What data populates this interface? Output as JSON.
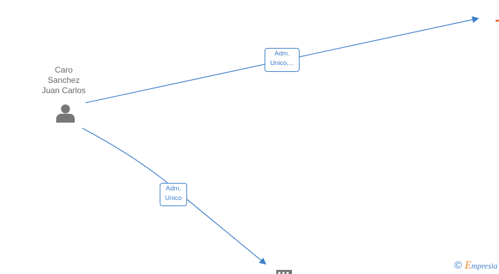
{
  "person": {
    "name_lines": [
      "Caro",
      "Sanchez",
      "Juan Carlos"
    ]
  },
  "edges": [
    {
      "label_lines": [
        "Adm.",
        "Unico,..."
      ]
    },
    {
      "label_lines": [
        "Adm.",
        "Unico"
      ]
    }
  ],
  "watermark": {
    "copyright_symbol": "©",
    "brand_initial": "E",
    "brand_rest": "mpresia"
  },
  "colors": {
    "edge": "#3b7dc9",
    "person_icon": "#777777",
    "person_text": "#666666",
    "company_partial": "#f05a28",
    "company_icon": "#777777"
  }
}
